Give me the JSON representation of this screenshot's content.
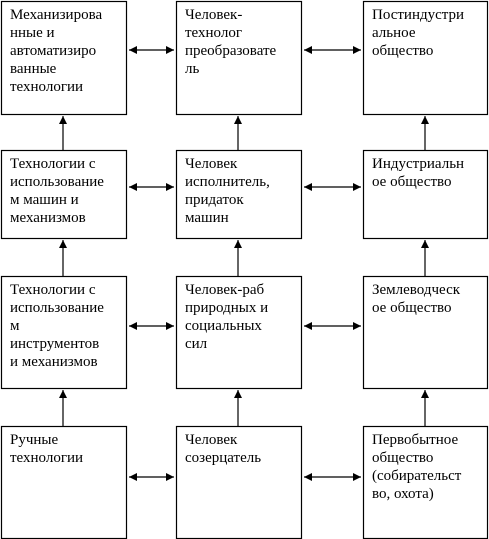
{
  "columns": [
    {
      "id": "technologies",
      "nodes": [
        "Механизирова\nнные и\nавтоматизиро\nванные\nтехнологии",
        "Технологии с\nиспользование\nм машин и\nмеханизмов",
        "Технологии с\nиспользование\nм\nинструментов\nи механизмов",
        "Ручные\nтехнологии"
      ]
    },
    {
      "id": "human",
      "nodes": [
        "Человек-\nтехнолог\nпреобразовате\nль",
        "Человек\nисполнитель,\nпридаток\nмашин",
        "Человек-раб\nприродных и\nсоциальных\nсил",
        "Человек\nсозерцатель"
      ]
    },
    {
      "id": "society",
      "nodes": [
        "Постиндустри\nальное\nобщество",
        "Индустриальн\nое общество",
        "Землеводческ\nое общество",
        "Первобытное\nобщество\n(собирательст\nво, охота)"
      ]
    }
  ]
}
